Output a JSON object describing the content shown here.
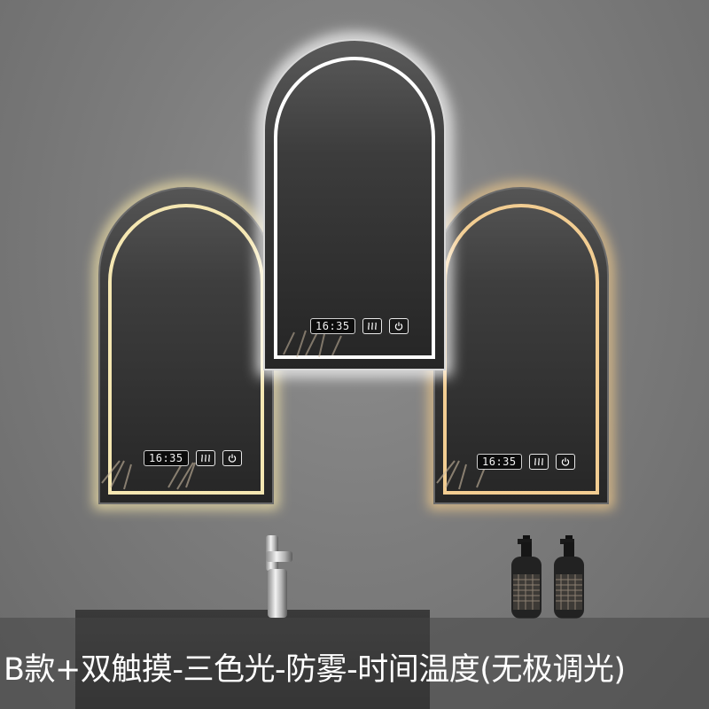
{
  "mirrors": [
    {
      "id": "warm-left",
      "clock": "16:35"
    },
    {
      "id": "white-center",
      "clock": "16:35"
    },
    {
      "id": "amber-right",
      "clock": "16:35"
    }
  ],
  "caption": "B款+双触摸-三色光-防雾-时间温度(无极调光)",
  "colors": {
    "warm_glow": "#f3e3a8",
    "white_glow": "#ffffff",
    "amber_glow": "#f0c98a",
    "wall": "#7d7d7d",
    "counter": "#2a2a2a"
  }
}
